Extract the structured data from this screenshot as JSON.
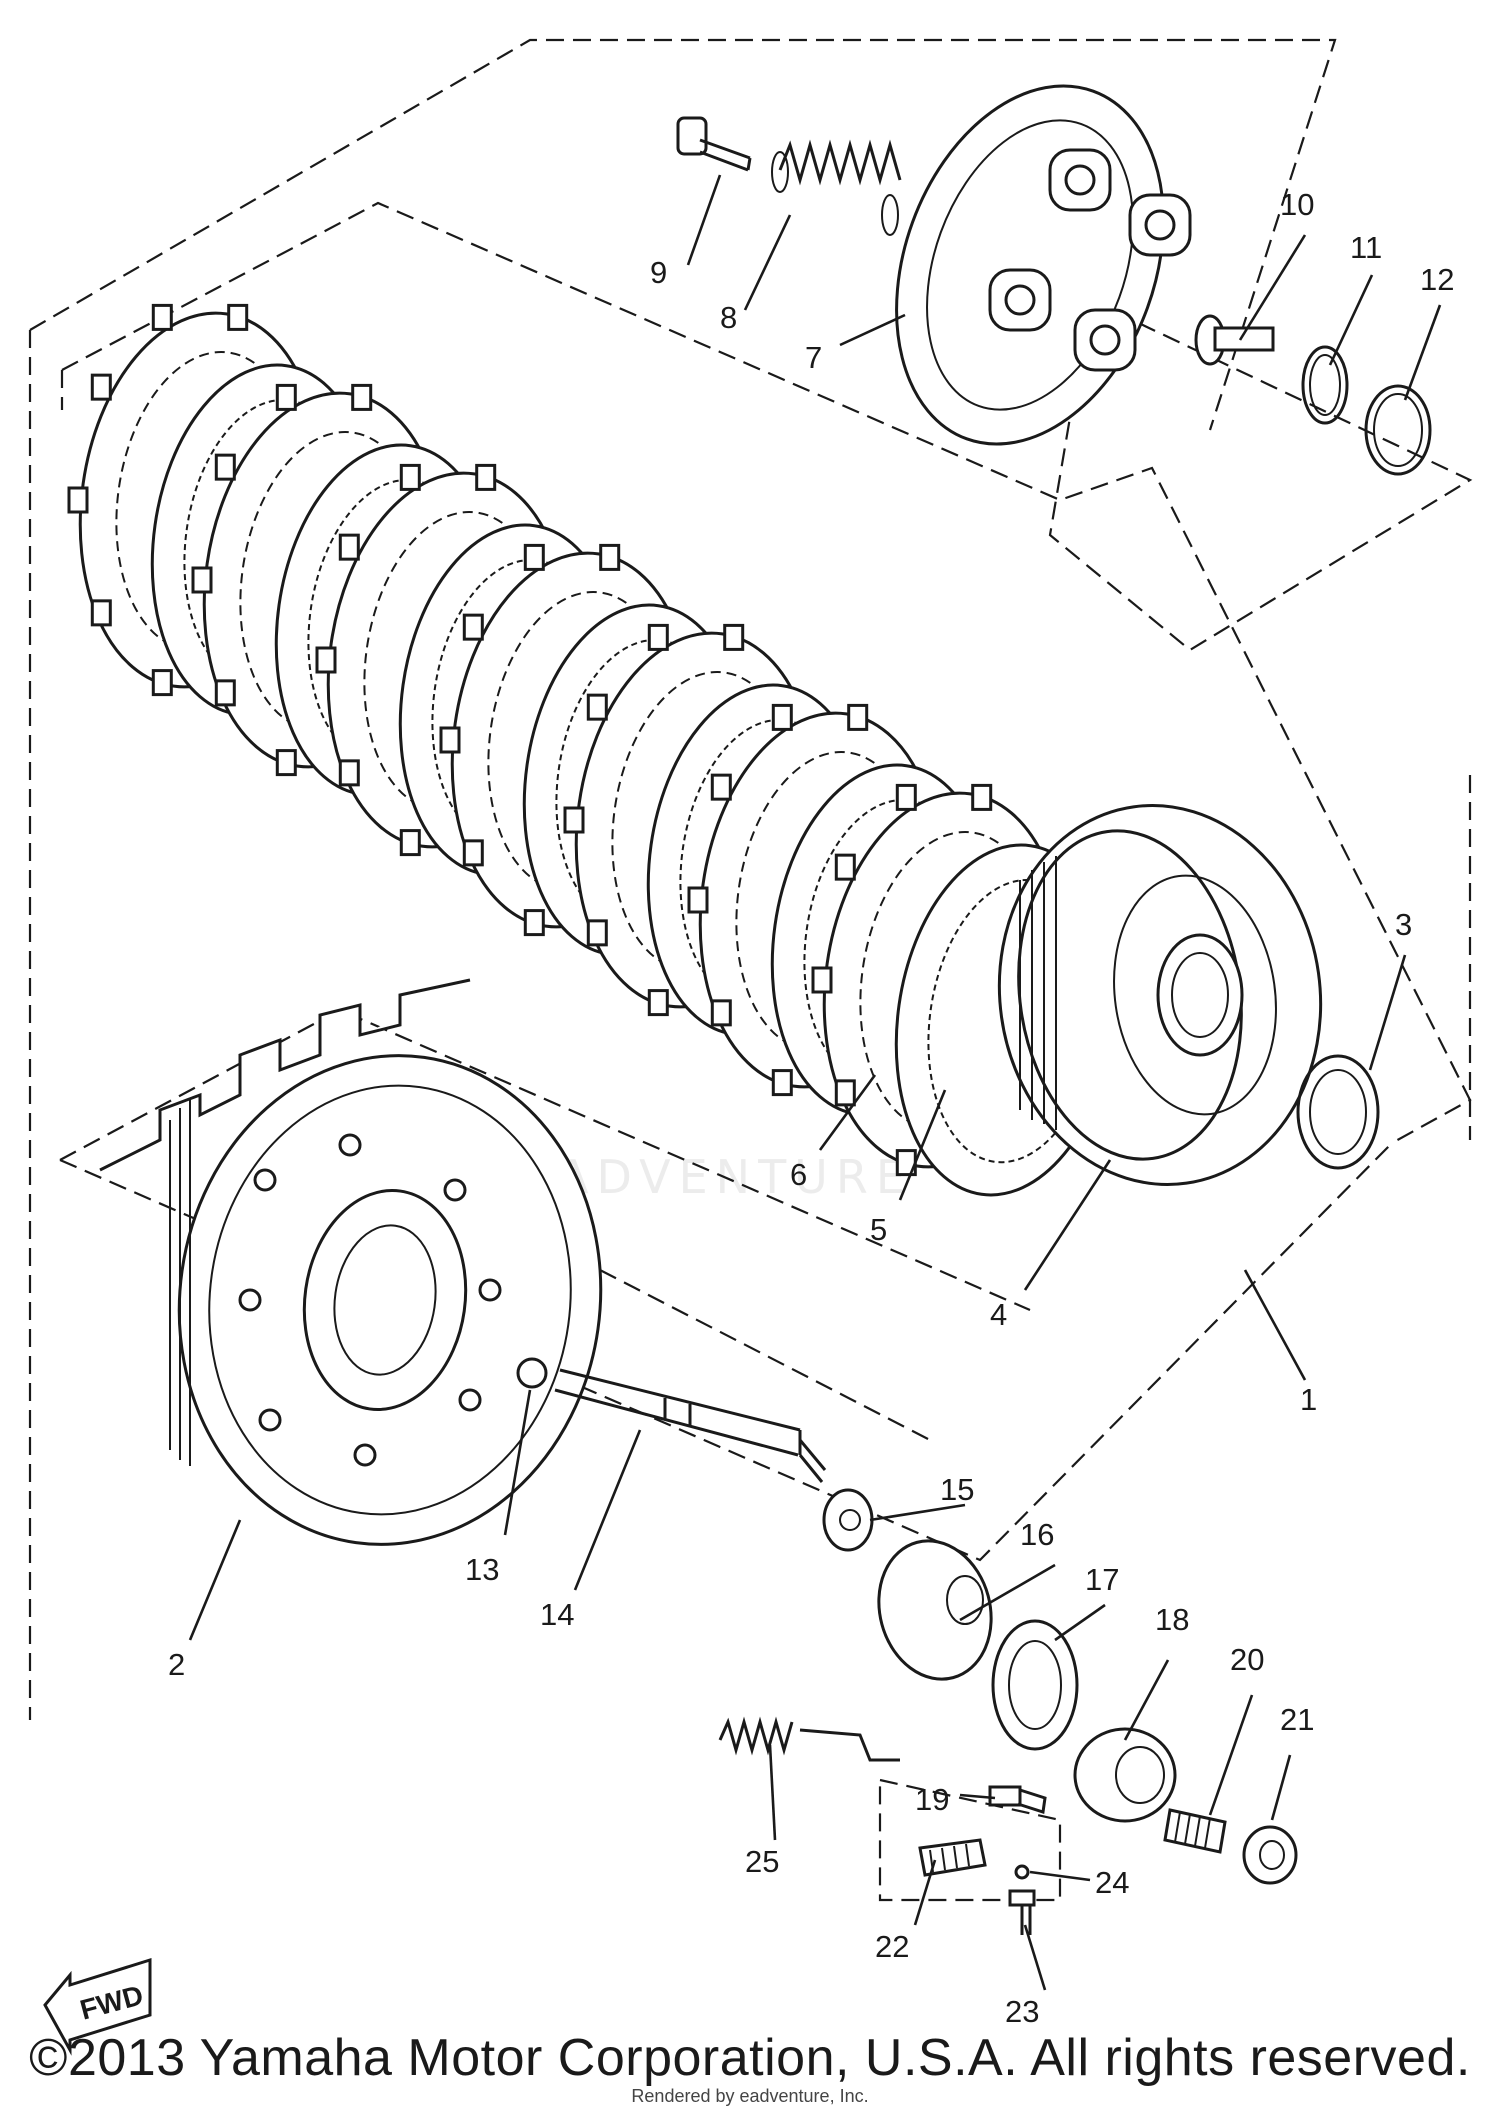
{
  "parts": [
    "1",
    "2",
    "3",
    "4",
    "5",
    "6",
    "7",
    "8",
    "9",
    "10",
    "11",
    "12",
    "13",
    "14",
    "15",
    "16",
    "17",
    "18",
    "19",
    "20",
    "21",
    "22",
    "23",
    "24",
    "25"
  ],
  "fwd_label": "FWD",
  "watermark": "EADVENTURE",
  "copyright": "©2013 Yamaha Motor Corporation, U.S.A. All rights reserved.",
  "rendered_by": "Rendered by eadventure, Inc.",
  "ink_color": "#1a1a1a",
  "background_color": "#ffffff"
}
